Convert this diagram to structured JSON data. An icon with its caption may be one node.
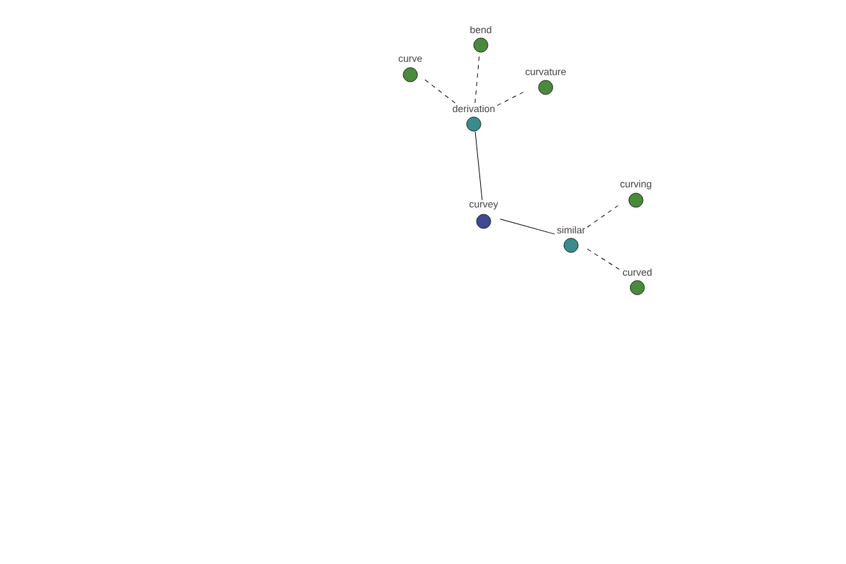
{
  "diagram": {
    "nodes": [
      {
        "text": [
          "curvey"
        ]
      },
      {
        "text": [
          "derivation"
        ]
      },
      {
        "text": [
          "similar"
        ]
      },
      {
        "text": [
          "curve"
        ]
      },
      {
        "text": [
          "bend"
        ]
      },
      {
        "text": [
          "curvature"
        ]
      },
      {
        "text": [
          "curving"
        ]
      },
      {
        "text": [
          "curved"
        ]
      }
    ],
    "edges": [
      {
        "from": 0,
        "to": 1,
        "arrow": "none"
      },
      {
        "from": 0,
        "to": 2,
        "arrow": "none"
      },
      {
        "from": 1,
        "to": 3,
        "arrow": "none",
        "style": "dashed"
      },
      {
        "from": 1,
        "to": 4,
        "arrow": "none",
        "style": "dashed"
      },
      {
        "from": 1,
        "to": 5,
        "arrow": "none",
        "style": "dashed"
      },
      {
        "from": 2,
        "to": 6,
        "arrow": "none",
        "style": "dashed"
      },
      {
        "from": 2,
        "to": 7,
        "arrow": "none",
        "style": "dashed"
      }
    ]
  }
}
